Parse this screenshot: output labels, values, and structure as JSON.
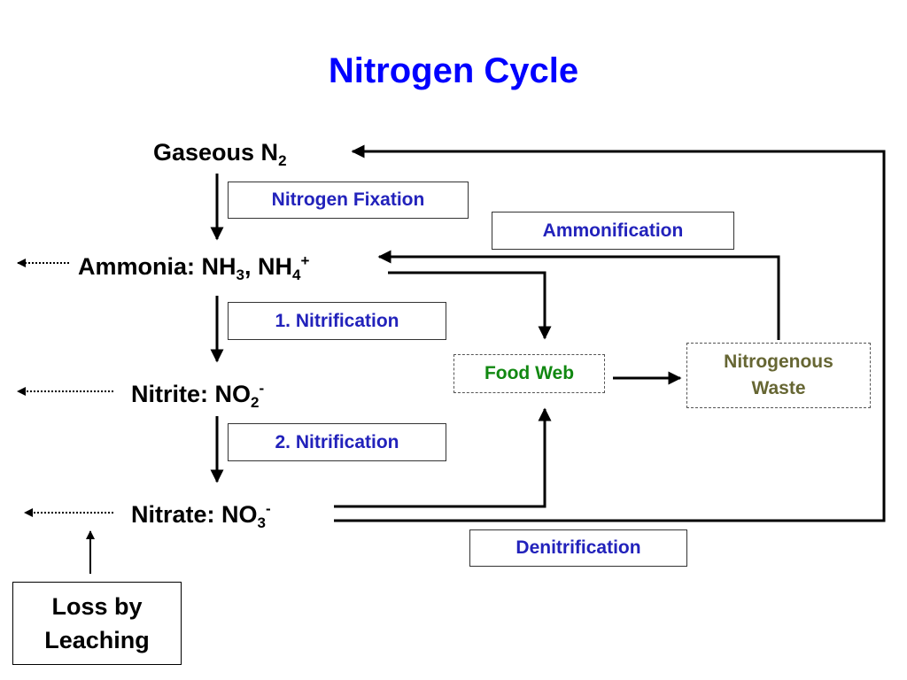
{
  "title": "Nitrogen Cycle",
  "nodes": {
    "gaseous_n2": {
      "text": "Gaseous N",
      "sub": "2"
    },
    "ammonia": {
      "text": "Ammonia: NH",
      "sub1": "3",
      "mid": ", NH",
      "sub2": "4",
      "sup": "+"
    },
    "nitrite": {
      "text": "Nitrite: NO",
      "sub": "2",
      "sup": "-"
    },
    "nitrate": {
      "text": "Nitrate: NO",
      "sub": "3",
      "sup": "-"
    }
  },
  "processes": {
    "nitrogen_fixation": "Nitrogen Fixation",
    "ammonification": "Ammonification",
    "nitrification_1": "1. Nitrification",
    "nitrification_2": "2. Nitrification",
    "denitrification": "Denitrification"
  },
  "food_web": "Food Web",
  "nitrogenous_waste": {
    "line1": "Nitrogenous",
    "line2": "Waste"
  },
  "loss_by_leaching": {
    "line1": "Loss by",
    "line2": "Leaching"
  },
  "colors": {
    "title": "#0000ff",
    "process_text": "#2222bb",
    "food_web_text": "#118811",
    "waste_text": "#666633"
  }
}
